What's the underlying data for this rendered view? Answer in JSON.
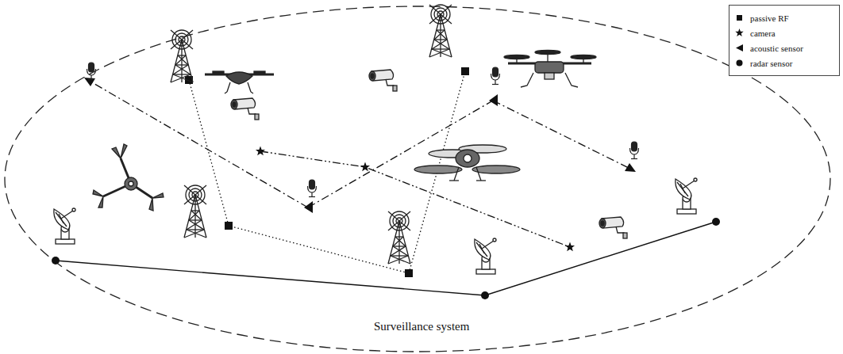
{
  "diagram": {
    "labels": [
      "Surveillance system"
    ],
    "legend": [
      {
        "text": "passive RF"
      },
      {
        "text": "camera"
      },
      {
        "text": "acoustic sensor"
      },
      {
        "text": "radar sensor"
      }
    ]
  }
}
